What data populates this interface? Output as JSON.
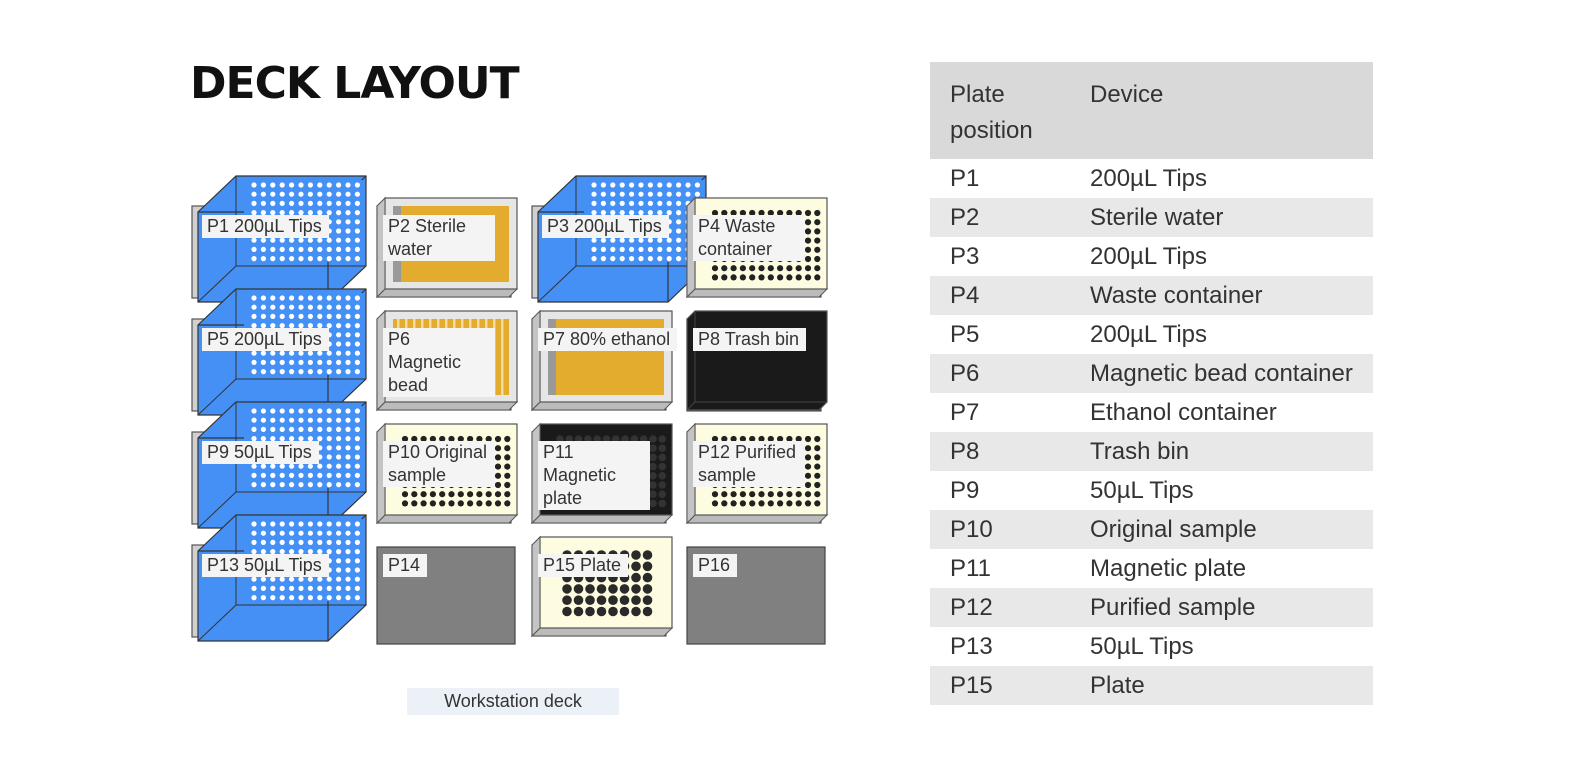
{
  "page_title": "DECK LAYOUT",
  "deck_caption": "Workstation deck",
  "table": {
    "headers": [
      "Plate position",
      "Device"
    ],
    "rows": [
      [
        "P1",
        "200µL Tips"
      ],
      [
        "P2",
        "Sterile water"
      ],
      [
        "P3",
        "200µL Tips"
      ],
      [
        "P4",
        "Waste container"
      ],
      [
        "P5",
        "200µL Tips"
      ],
      [
        "P6",
        "Magnetic bead container"
      ],
      [
        "P7",
        "Ethanol container"
      ],
      [
        "P8",
        "Trash bin"
      ],
      [
        "P9",
        "50µL Tips"
      ],
      [
        "P10",
        "Original sample"
      ],
      [
        "P11",
        "Magnetic plate"
      ],
      [
        "P12",
        "Purified sample"
      ],
      [
        "P13",
        "50µL Tips"
      ],
      [
        "P15",
        "Plate"
      ]
    ]
  },
  "deck": [
    {
      "label": "P1 200µL Tips",
      "kind": "tips"
    },
    {
      "label": "P2 Sterile water",
      "kind": "reservoir"
    },
    {
      "label": "P3 200µL Tips",
      "kind": "tips"
    },
    {
      "label": "P4 Waste container",
      "kind": "well-plate"
    },
    {
      "label": "P5 200µL Tips",
      "kind": "tips"
    },
    {
      "label": "P6 Magnetic bead",
      "kind": "reservoir-striped"
    },
    {
      "label": "P7 80% ethanol",
      "kind": "reservoir-wide"
    },
    {
      "label": "P8 Trash bin",
      "kind": "trash"
    },
    {
      "label": "P9 50µL Tips",
      "kind": "tips"
    },
    {
      "label": "P10 Original sample",
      "kind": "well-plate"
    },
    {
      "label": "P11 Magnetic plate",
      "kind": "magnetic-plate"
    },
    {
      "label": "P12 Purified sample",
      "kind": "well-plate"
    },
    {
      "label": "P13 50µL Tips",
      "kind": "tips"
    },
    {
      "label": "P14",
      "kind": "empty"
    },
    {
      "label": "P15 Plate",
      "kind": "large-well-plate"
    },
    {
      "label": "P16",
      "kind": "empty"
    }
  ],
  "colors": {
    "tips_blue": "#4590f5",
    "reservoir_orange": "#e3ac2f",
    "plate_cream": "#fdfbe0",
    "trash_black": "#1a1a1a",
    "empty_gray": "#808080",
    "table_header": "#d9d9d9",
    "table_alt_row": "#e8e8e8"
  }
}
